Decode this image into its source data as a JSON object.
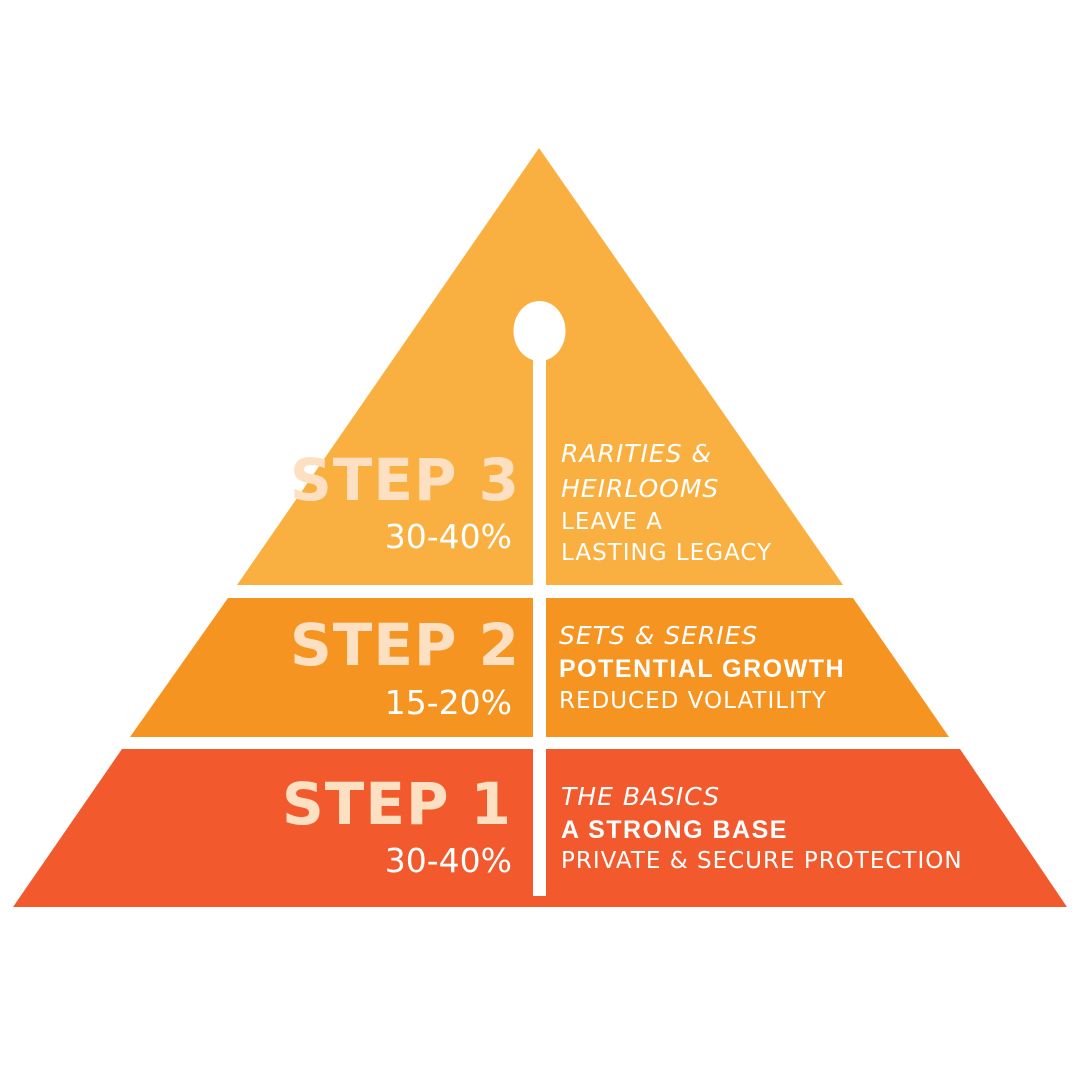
{
  "colors": {
    "background": "#ffffff",
    "tier3": "#fab040",
    "tier2": "#f59420",
    "tier1": "#f25a2e",
    "step_label": "#fde0c2",
    "text": "#ffffff"
  },
  "tiers": [
    {
      "step": "STEP 3",
      "percent": "30-40%",
      "lines": [
        "RARITIES &",
        "HEIRLOOMS",
        "LEAVE A",
        "LASTING LEGACY"
      ]
    },
    {
      "step": "STEP 2",
      "percent": "15-20%",
      "lines": [
        "SETS & SERIES",
        "POTENTIAL GROWTH",
        "REDUCED VOLATILITY"
      ]
    },
    {
      "step": "STEP 1",
      "percent": "30-40%",
      "lines": [
        "THE BASICS",
        "A STRONG BASE",
        "PRIVATE & SECURE PROTECTION"
      ]
    }
  ]
}
